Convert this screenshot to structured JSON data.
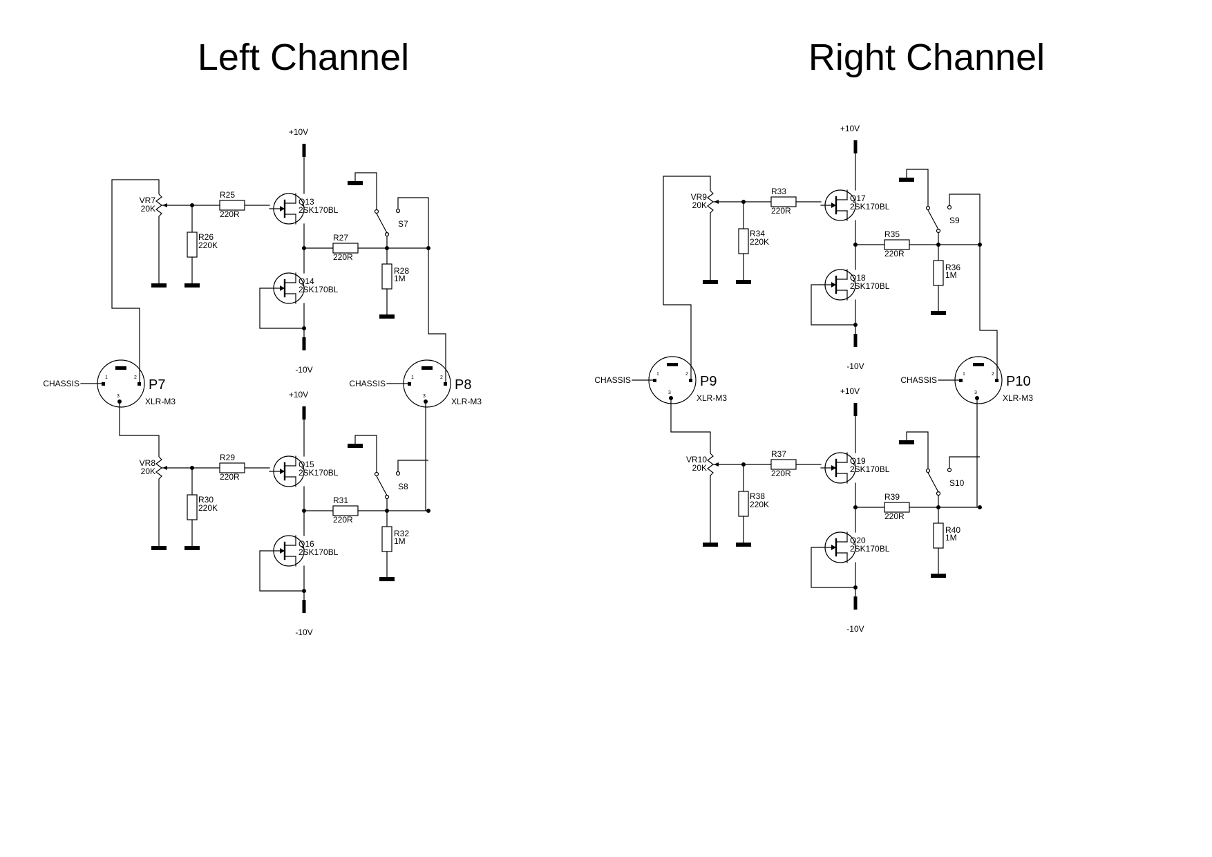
{
  "titles": {
    "left": "Left Channel",
    "right": "Right Channel"
  },
  "channels": [
    {
      "name": "left",
      "input_connector": {
        "ref": "P7",
        "type": "XLR-M3",
        "chassis": "CHASSIS",
        "pins": [
          "1",
          "2",
          "3"
        ]
      },
      "output_connector": {
        "ref": "P8",
        "type": "XLR-M3",
        "chassis": "CHASSIS",
        "pins": [
          "1",
          "2",
          "3"
        ]
      },
      "stages": [
        {
          "pot": {
            "ref": "VR7",
            "value": "20K"
          },
          "r_gate": {
            "ref": "R25",
            "value": "220R"
          },
          "r_bias": {
            "ref": "R26",
            "value": "220K"
          },
          "q_top": {
            "ref": "Q13",
            "part": "2SK170BL"
          },
          "q_bot": {
            "ref": "Q14",
            "part": "2SK170BL"
          },
          "r_out": {
            "ref": "R27",
            "value": "220R"
          },
          "r_shunt": {
            "ref": "R28",
            "value": "1M"
          },
          "switch": {
            "ref": "S7"
          },
          "vpos": "+10V",
          "vneg": "-10V"
        },
        {
          "pot": {
            "ref": "VR8",
            "value": "20K"
          },
          "r_gate": {
            "ref": "R29",
            "value": "220R"
          },
          "r_bias": {
            "ref": "R30",
            "value": "220K"
          },
          "q_top": {
            "ref": "Q15",
            "part": "2SK170BL"
          },
          "q_bot": {
            "ref": "Q16",
            "part": "2SK170BL"
          },
          "r_out": {
            "ref": "R31",
            "value": "220R"
          },
          "r_shunt": {
            "ref": "R32",
            "value": "1M"
          },
          "switch": {
            "ref": "S8"
          },
          "vpos": "+10V",
          "vneg": "-10V"
        }
      ]
    },
    {
      "name": "right",
      "input_connector": {
        "ref": "P9",
        "type": "XLR-M3",
        "chassis": "CHASSIS",
        "pins": [
          "1",
          "2",
          "3"
        ]
      },
      "output_connector": {
        "ref": "P10",
        "type": "XLR-M3",
        "chassis": "CHASSIS",
        "pins": [
          "1",
          "2",
          "3"
        ]
      },
      "stages": [
        {
          "pot": {
            "ref": "VR9",
            "value": "20K"
          },
          "r_gate": {
            "ref": "R33",
            "value": "220R"
          },
          "r_bias": {
            "ref": "R34",
            "value": "220K"
          },
          "q_top": {
            "ref": "Q17",
            "part": "2SK170BL"
          },
          "q_bot": {
            "ref": "Q18",
            "part": "2SK170BL"
          },
          "r_out": {
            "ref": "R35",
            "value": "220R"
          },
          "r_shunt": {
            "ref": "R36",
            "value": "1M"
          },
          "switch": {
            "ref": "S9"
          },
          "vpos": "+10V",
          "vneg": "-10V"
        },
        {
          "pot": {
            "ref": "VR10",
            "value": "20K"
          },
          "r_gate": {
            "ref": "R37",
            "value": "220R"
          },
          "r_bias": {
            "ref": "R38",
            "value": "220K"
          },
          "q_top": {
            "ref": "Q19",
            "part": "2SK170BL"
          },
          "q_bot": {
            "ref": "Q20",
            "part": "2SK170BL"
          },
          "r_out": {
            "ref": "R39",
            "value": "220R"
          },
          "r_shunt": {
            "ref": "R40",
            "value": "1M"
          },
          "switch": {
            "ref": "S10"
          },
          "vpos": "+10V",
          "vneg": "-10V"
        }
      ]
    }
  ]
}
